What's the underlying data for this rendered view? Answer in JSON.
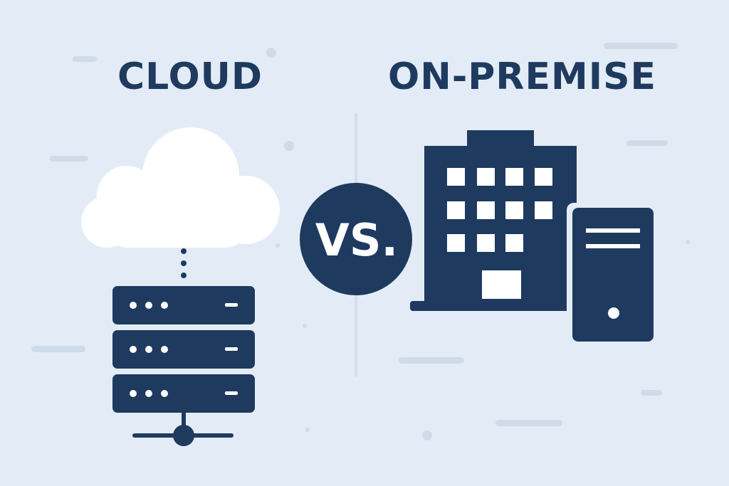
{
  "colors": {
    "background": "#e3ecf6",
    "primary": "#1e3a5f",
    "cloud": "#ffffff",
    "decor": "#cfdbe9"
  },
  "left": {
    "title": "CLOUD",
    "icons": [
      "cloud-icon",
      "server-rack-icon",
      "network-icon"
    ]
  },
  "center": {
    "label": "VS."
  },
  "right": {
    "title": "ON-PREMISE",
    "icons": [
      "office-building-icon",
      "desktop-tower-icon"
    ]
  }
}
